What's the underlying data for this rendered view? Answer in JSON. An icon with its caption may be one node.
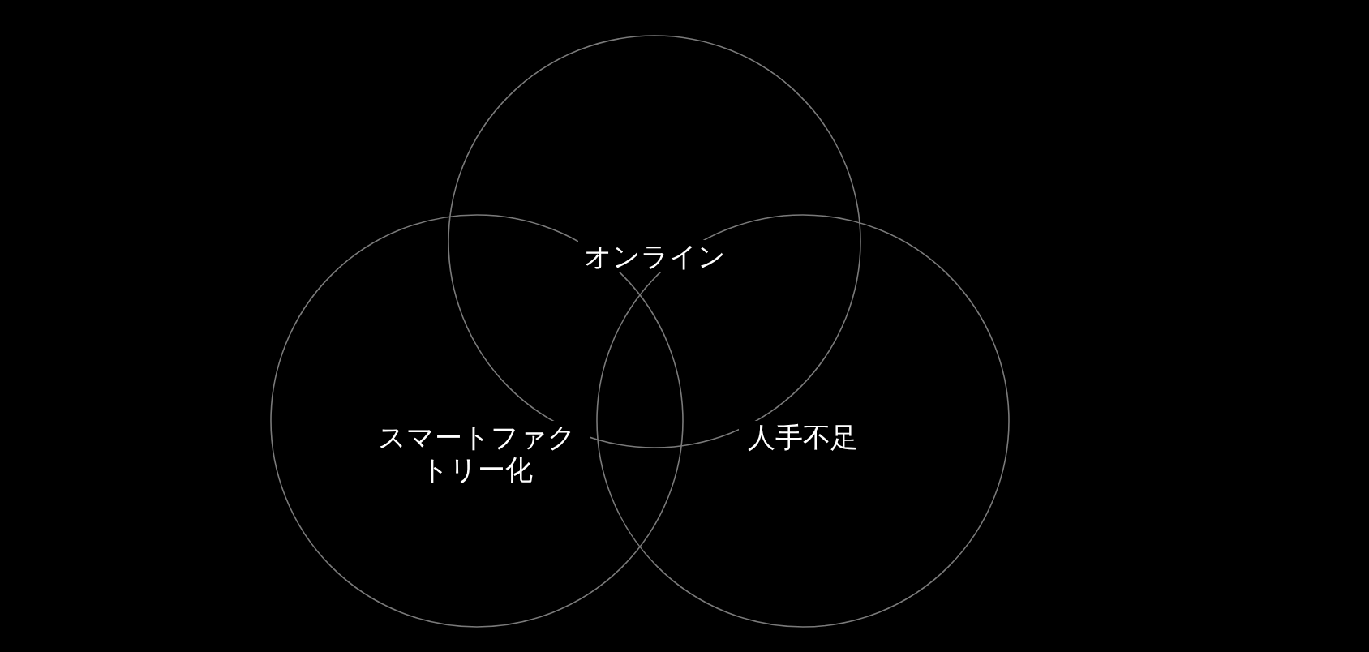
{
  "diagram": {
    "nodes": [
      {
        "text": [
          "オンライン"
        ]
      },
      {
        "text": [
          "スマートファクトリー化"
        ]
      },
      {
        "text": [
          "人手不足"
        ]
      }
    ]
  }
}
